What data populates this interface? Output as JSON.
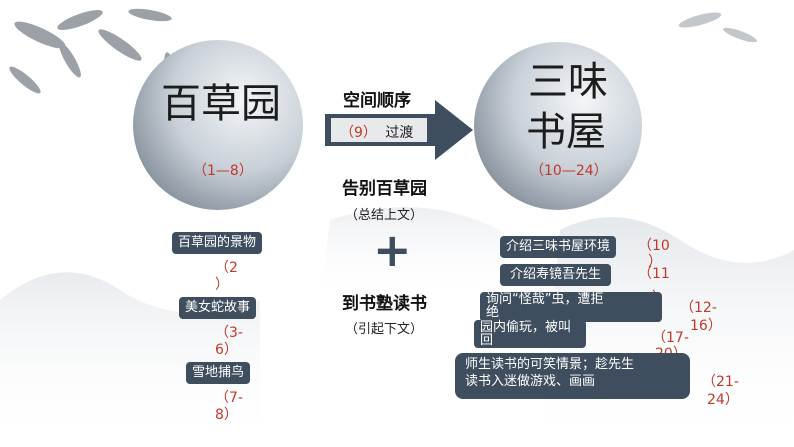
{
  "left_circle": {
    "title": "百草园",
    "range": "（1—8）"
  },
  "right_circle": {
    "title_line1": "三味",
    "title_line2": "书屋",
    "range": "（10—24）"
  },
  "arrow": {
    "top_label": "空间顺序",
    "mid_num": "（9）",
    "mid_text": "过渡"
  },
  "farewell": {
    "label": "告别百草园",
    "sub": "（总结上文）"
  },
  "plus": "+",
  "study": {
    "label": "到书塾读书",
    "sub": "（引起下文）"
  },
  "left_items": [
    {
      "text": "百草园的景物",
      "range_a": "（2",
      "range_b": "）"
    },
    {
      "text": "美女蛇故事",
      "range_a": "（3-",
      "range_b": "6）"
    },
    {
      "text": "雪地捕鸟",
      "range_a": "（7-",
      "range_b": "8）"
    }
  ],
  "right_items": [
    {
      "text": "介绍三味书屋环境",
      "range_a": "（10",
      "range_b": "）"
    },
    {
      "text": "介绍寿镜吾先生",
      "range_a": "（11",
      "range_b": "）"
    },
    {
      "text_a": "询问“怪哉”虫，遭拒",
      "text_b": "绝",
      "range_a": "（12-",
      "range_b": "16）"
    },
    {
      "text_a": "园内偷玩，被叫",
      "text_b": "回",
      "range_a": "（17-",
      "range_b": "20）"
    },
    {
      "text_a": "师生读书的可笑情景；趁先生",
      "text_b": "读书入迷做游戏、画画",
      "range_a": "（21-",
      "range_b": "24）"
    }
  ]
}
